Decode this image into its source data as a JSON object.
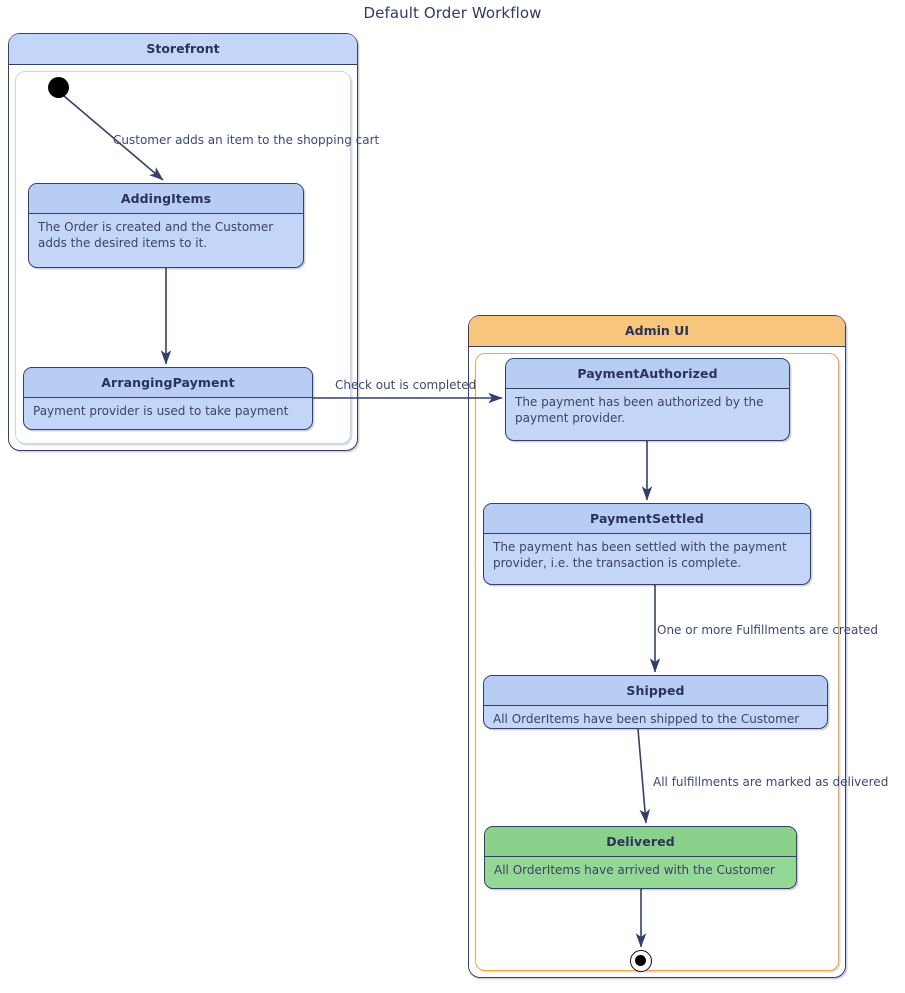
{
  "diagram": {
    "title": "Default Order Workflow",
    "type": "uml-state-machine",
    "colors": {
      "state_blue_fill": "#c3d6f7",
      "state_blue_header": "#b7cdf4",
      "state_green_fill": "#93d894",
      "state_green_header": "#8ad28c",
      "container_storefront_header": "#c3d6f7",
      "container_adminui_header": "#f7c57c",
      "container_adminui_border": "#f0a93f",
      "line": "#33406b",
      "text": "#2b3358"
    }
  },
  "containers": [
    {
      "id": "storefront",
      "label": "Storefront"
    },
    {
      "id": "adminui",
      "label": "Admin UI"
    }
  ],
  "states": [
    {
      "id": "addingitems",
      "name": "AddingItems",
      "description": "The Order is created and the Customer adds the desired items to it.",
      "container": "storefront",
      "color": "blue"
    },
    {
      "id": "arrangingpayment",
      "name": "ArrangingPayment",
      "description": "Payment provider is used to take payment",
      "container": "storefront",
      "color": "blue"
    },
    {
      "id": "paymentauthorized",
      "name": "PaymentAuthorized",
      "description": "The payment has been authorized by the payment provider.",
      "container": "adminui",
      "color": "blue"
    },
    {
      "id": "paymentsettled",
      "name": "PaymentSettled",
      "description": "The payment has been settled with the payment provider, i.e. the transaction is complete.",
      "container": "adminui",
      "color": "blue"
    },
    {
      "id": "shipped",
      "name": "Shipped",
      "description": "All OrderItems have been shipped to the Customer",
      "container": "adminui",
      "color": "blue"
    },
    {
      "id": "delivered",
      "name": "Delivered",
      "description": "All OrderItems have arrived with the Customer",
      "container": "adminui",
      "color": "green"
    }
  ],
  "pseudostates": [
    {
      "id": "initial-storefront",
      "kind": "initial",
      "container": "storefront"
    },
    {
      "id": "final-adminui",
      "kind": "final",
      "container": "adminui"
    }
  ],
  "transitions": [
    {
      "id": "t1",
      "from": "initial-storefront",
      "to": "addingitems",
      "label": "Customer adds an item to the shopping cart"
    },
    {
      "id": "t2",
      "from": "addingitems",
      "to": "arrangingpayment",
      "label": ""
    },
    {
      "id": "t3",
      "from": "arrangingpayment",
      "to": "paymentauthorized",
      "label": "Check out is completed"
    },
    {
      "id": "t4",
      "from": "paymentauthorized",
      "to": "paymentsettled",
      "label": ""
    },
    {
      "id": "t5",
      "from": "paymentsettled",
      "to": "shipped",
      "label": "One or more Fulfillments are created"
    },
    {
      "id": "t6",
      "from": "shipped",
      "to": "delivered",
      "label": "All fulfillments are marked as delivered"
    },
    {
      "id": "t7",
      "from": "delivered",
      "to": "final-adminui",
      "label": ""
    }
  ]
}
